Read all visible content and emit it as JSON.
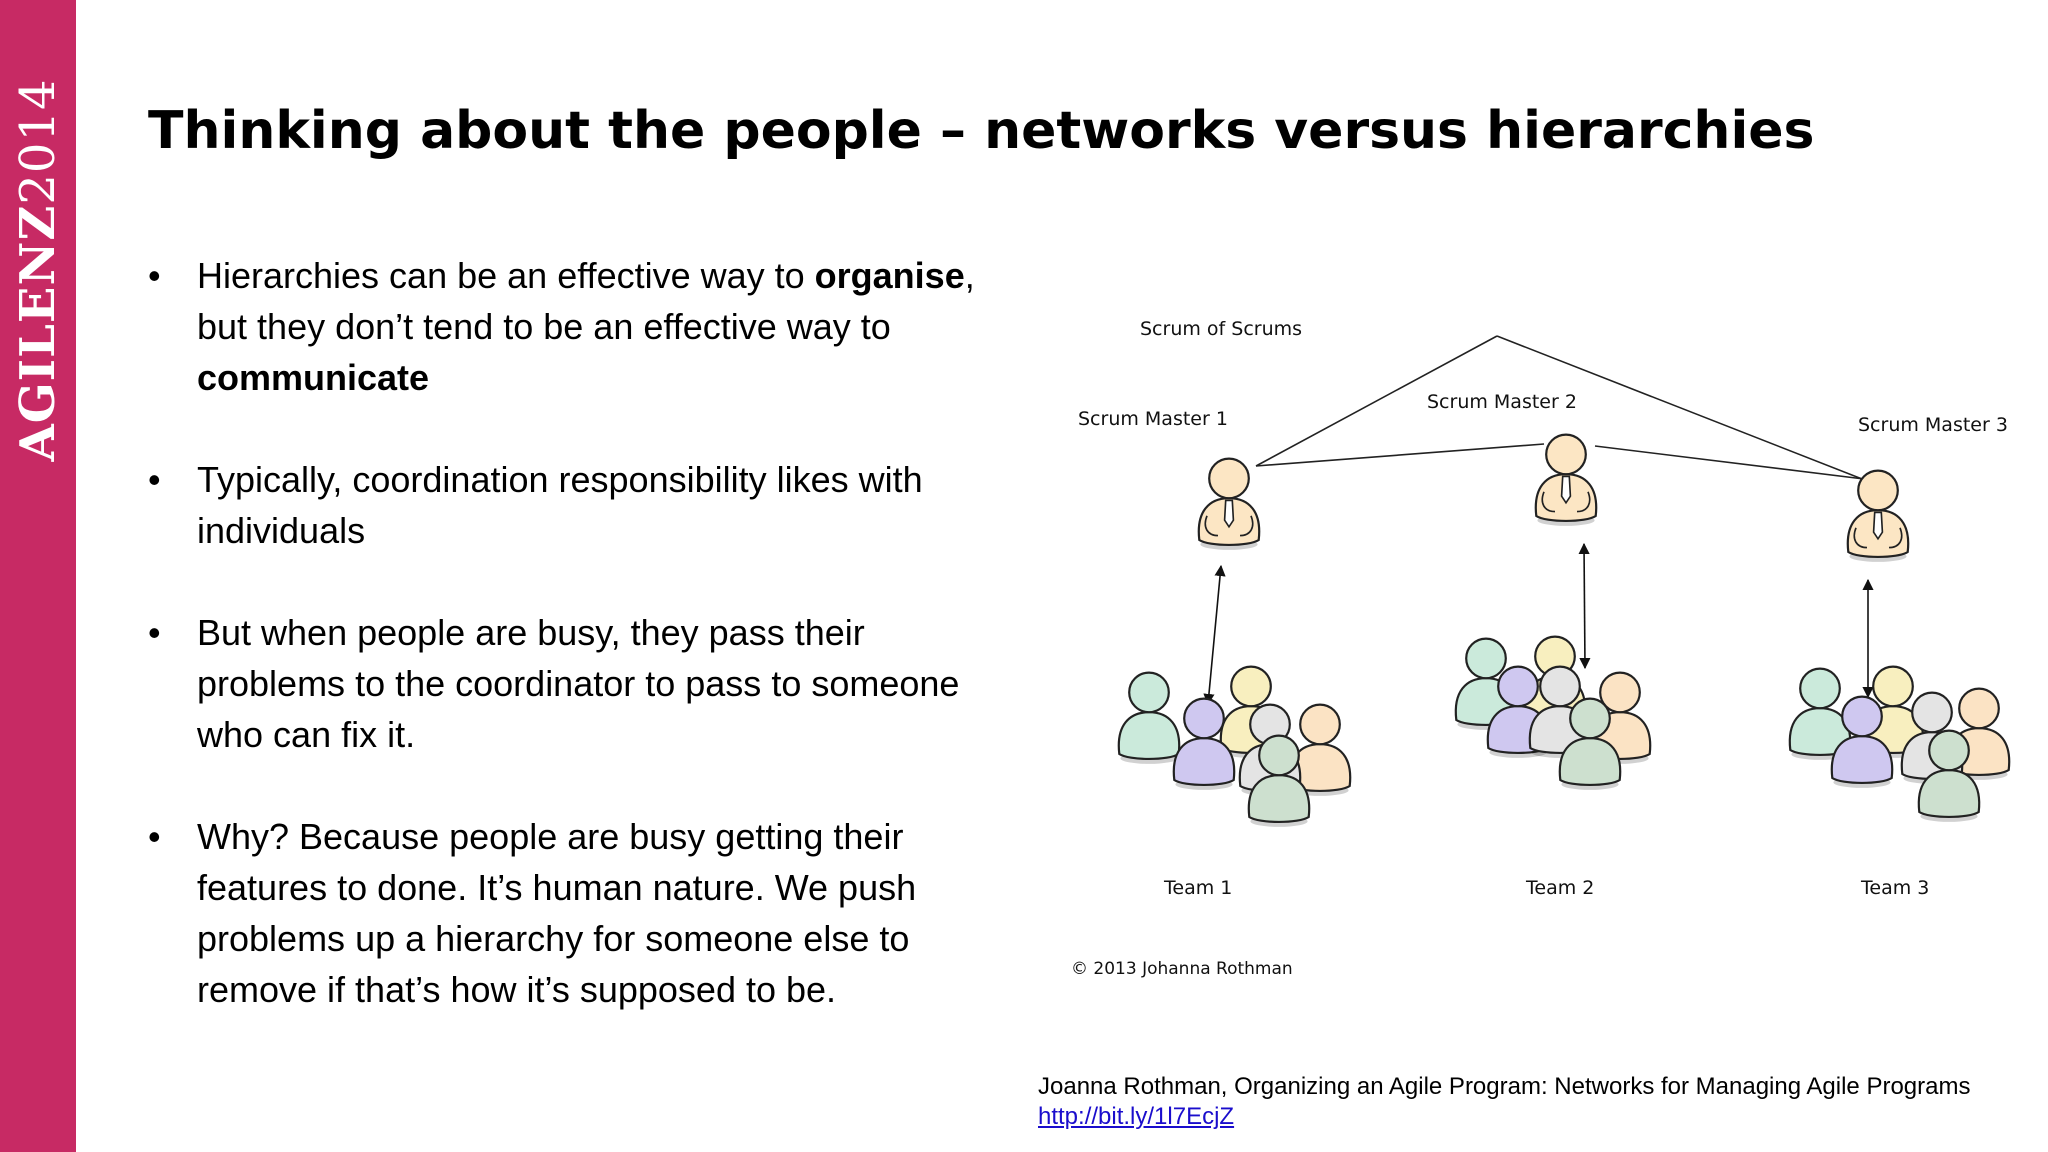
{
  "brand": {
    "name": "AGILENZ",
    "year": "2014",
    "bar_color": "#c72a64"
  },
  "title": "Thinking about the people – networks versus hierarchies",
  "bullets": [
    {
      "parts": [
        {
          "text": "Hierarchies can be an effective way to "
        },
        {
          "text": "organise",
          "bold": true
        },
        {
          "text": ", but they don’t tend to be an effective way to "
        },
        {
          "text": "communicate",
          "bold": true
        }
      ]
    },
    {
      "parts": [
        {
          "text": "Typically, coordination responsibility likes with individuals"
        }
      ]
    },
    {
      "parts": [
        {
          "text": "But when people are busy, they pass their problems to the coordinator to pass to someone who can fix it."
        }
      ]
    },
    {
      "parts": [
        {
          "text": "Why? Because people are busy getting their features to done. It’s human nature. We push problems up a hierarchy for someone else to remove if that’s how it’s supposed to be."
        }
      ]
    }
  ],
  "bullet_glyph": "•",
  "diagram": {
    "top_label": "Scrum of Scrums",
    "masters": [
      "Scrum Master 1",
      "Scrum Master 2",
      "Scrum Master 3"
    ],
    "teams": [
      "Team 1",
      "Team 2",
      "Team 3"
    ],
    "copyright": "© 2013 Johanna Rothman",
    "person_colors": {
      "master": "#fce6c4",
      "teal": "#cbeadb",
      "yellow": "#f8efbf",
      "purple": "#cfc8f0",
      "gray": "#e4e4e4",
      "green": "#cde0cf",
      "peach": "#fbe3c4"
    }
  },
  "citation": {
    "text": "Joanna Rothman, Organizing an Agile Program: Networks for Managing Agile Programs",
    "link": "http://bit.ly/1l7EcjZ"
  }
}
